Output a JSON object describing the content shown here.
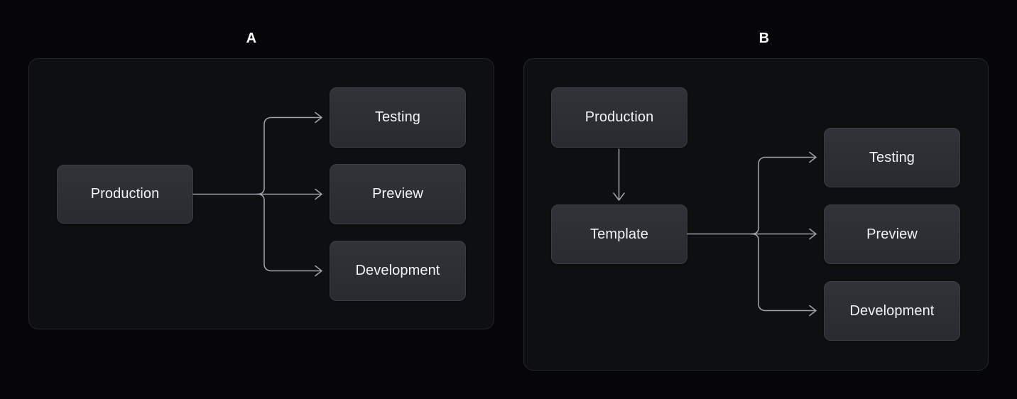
{
  "background_color": "#060608",
  "panel_color": "#0e0f11",
  "panel_border_color": "#26272a",
  "node_color": "#2c2f34",
  "node_border_color": "#3a3d42",
  "edge_color": "#9aa0a6",
  "text_color": "#f2f3f5",
  "panels": [
    {
      "title": "A",
      "source": {
        "label": "Production"
      },
      "targets": [
        {
          "label": "Testing"
        },
        {
          "label": "Preview"
        },
        {
          "label": "Development"
        }
      ]
    },
    {
      "title": "B",
      "source": {
        "label": "Production"
      },
      "intermediate": {
        "label": "Template"
      },
      "targets": [
        {
          "label": "Testing"
        },
        {
          "label": "Preview"
        },
        {
          "label": "Development"
        }
      ]
    }
  ]
}
